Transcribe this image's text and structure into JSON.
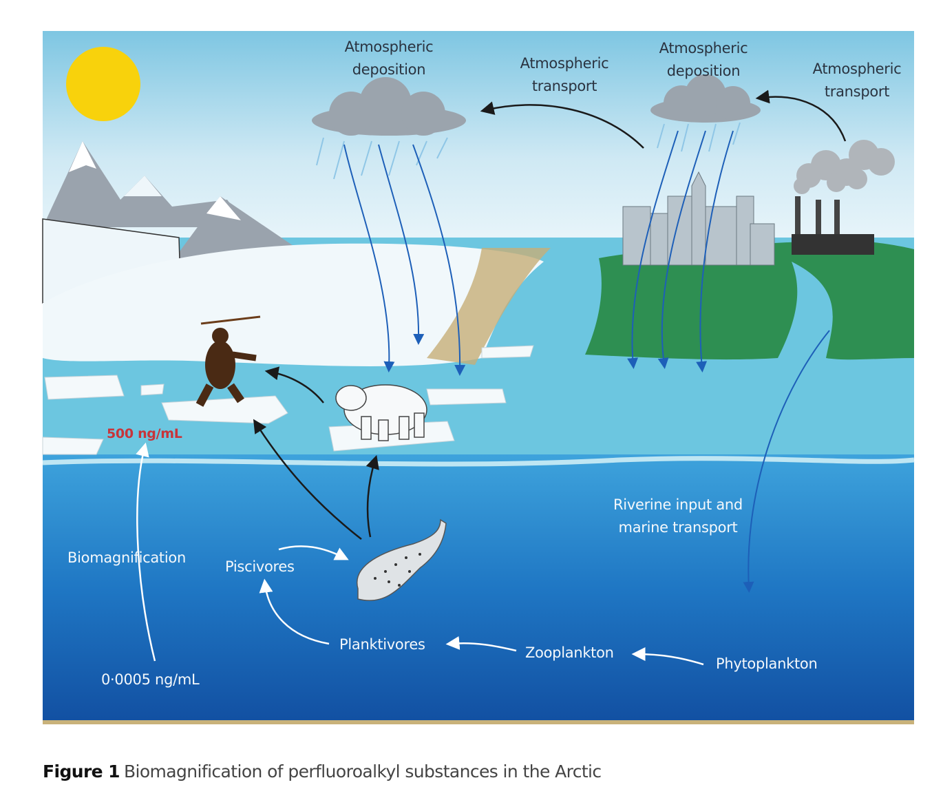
{
  "figure": {
    "caption_label": "Figure 1",
    "caption_title": "Biomagnification of perfluoroalkyl substances in the Arctic"
  },
  "labels": {
    "atmospheric_deposition_left": [
      "Atmospheric",
      "deposition"
    ],
    "atmospheric_transport_left": [
      "Atmospheric",
      "transport"
    ],
    "atmospheric_deposition_right": [
      "Atmospheric",
      "deposition"
    ],
    "atmospheric_transport_right": [
      "Atmospheric",
      "transport"
    ],
    "top_concentration": "500 ng/mL",
    "bottom_concentration": "0·0005 ng/mL",
    "biomagnification": "Biomagnification",
    "piscivores": "Piscivores",
    "planktivores": "Planktivores",
    "zooplankton": "Zooplankton",
    "phytoplankton": "Phytoplankton",
    "riverine": [
      "Riverine input and",
      "marine transport"
    ]
  },
  "colors": {
    "sun": "#f8d20c",
    "top_concentration": "#c8343a",
    "deep_water": "#1554a6",
    "surface_water": "#6cc6e0",
    "land": "#2e8f52"
  }
}
